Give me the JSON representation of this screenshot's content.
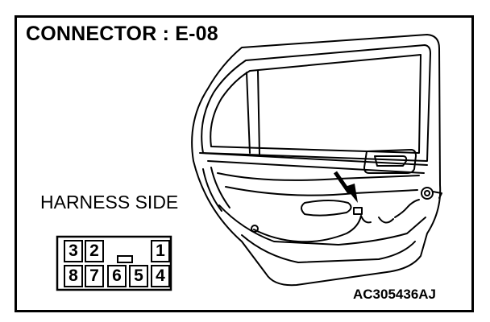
{
  "diagram": {
    "title": "CONNECTOR : E-08",
    "view_label": "HARNESS SIDE",
    "reference_code": "AC305436AJ",
    "connector": {
      "top_row": [
        "3",
        "2",
        "",
        "",
        "1"
      ],
      "bottom_row": [
        "8",
        "7",
        "6",
        "5",
        "4"
      ]
    },
    "illustration": "rear-door-inner-panel",
    "arrow_target": "connector-location"
  }
}
